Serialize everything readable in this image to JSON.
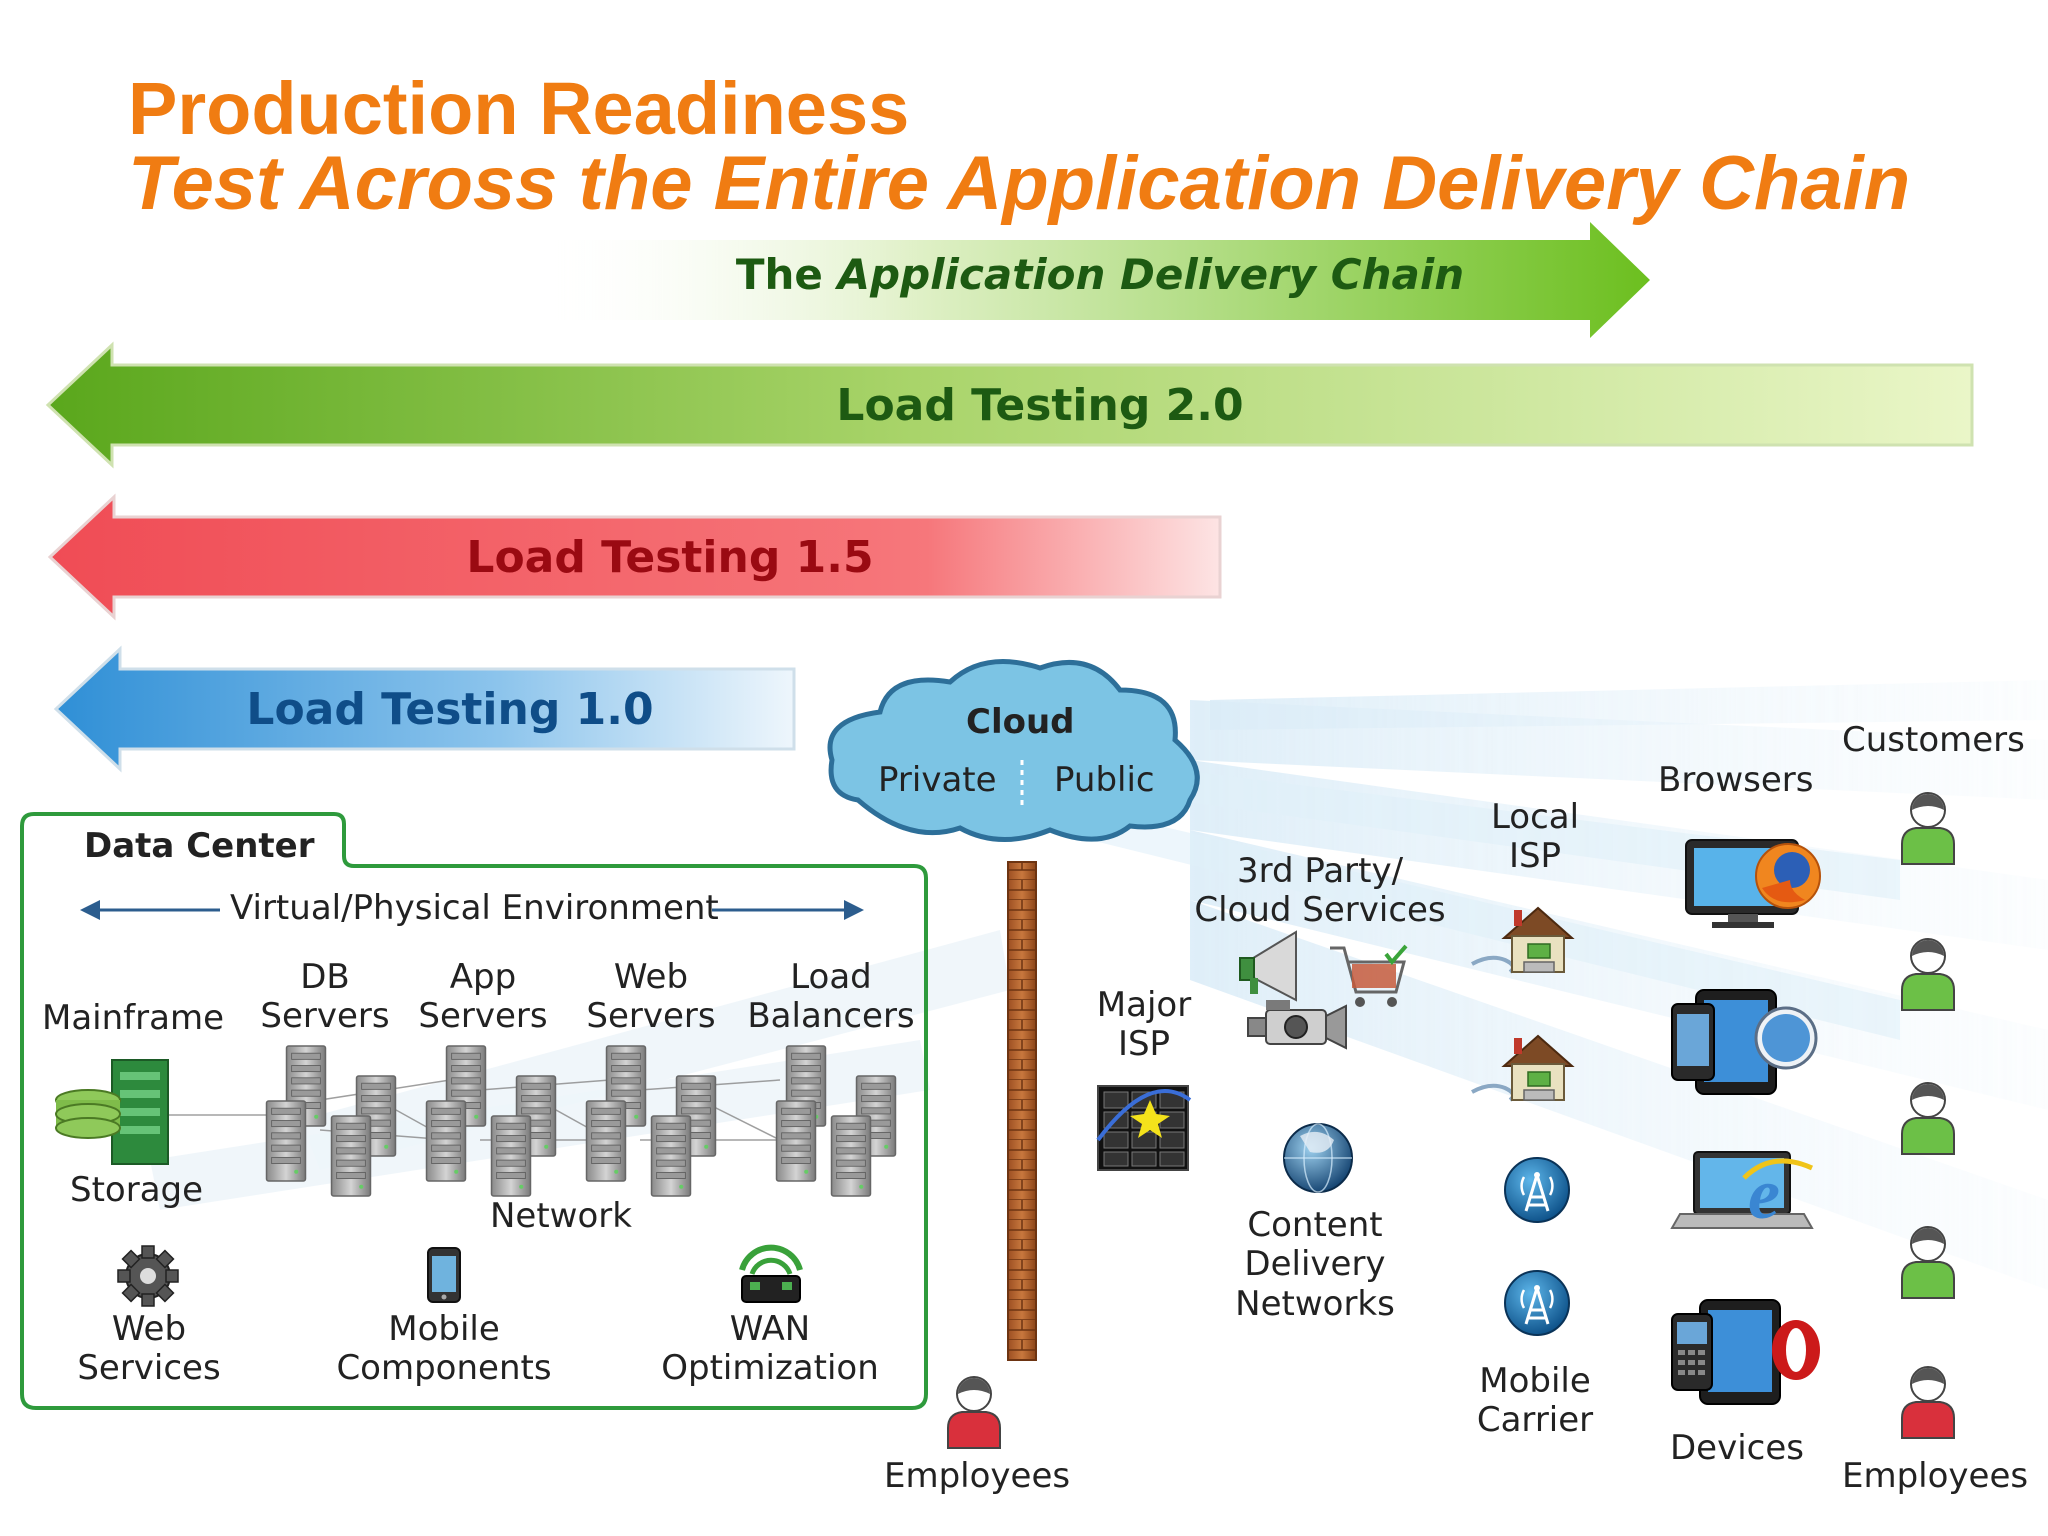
{
  "title": {
    "line1": "Production Readiness",
    "line2": "Test Across the Entire Application Delivery Chain"
  },
  "chain_arrow": {
    "prefix": "The ",
    "emphasis": "Application Delivery Chain"
  },
  "load_testing": {
    "v20": "Load Testing 2.0",
    "v15": "Load Testing 1.5",
    "v10": "Load Testing 1.0"
  },
  "cloud": {
    "title": "Cloud",
    "private": "Private",
    "public": "Public"
  },
  "data_center": {
    "title": "Data Center",
    "environment": "Virtual/Physical Environment",
    "mainframe": "Mainframe",
    "db_servers": [
      "DB",
      "Servers"
    ],
    "app_servers": [
      "App",
      "Servers"
    ],
    "web_servers": [
      "Web",
      "Servers"
    ],
    "load_balancers": [
      "Load",
      "Balancers"
    ],
    "storage": "Storage",
    "network": "Network",
    "web_services": [
      "Web",
      "Services"
    ],
    "mobile_components": [
      "Mobile",
      "Components"
    ],
    "wan_optimization": [
      "WAN",
      "Optimization"
    ]
  },
  "outside": {
    "employees_left": "Employees",
    "major_isp": [
      "Major",
      "ISP"
    ],
    "third_party": [
      "3rd Party/",
      "Cloud Services"
    ],
    "cdn": [
      "Content",
      "Delivery",
      "Networks"
    ],
    "local_isp": [
      "Local",
      "ISP"
    ],
    "mobile_carrier": [
      "Mobile",
      "Carrier"
    ],
    "browsers": "Browsers",
    "devices": "Devices",
    "customers": "Customers",
    "employees_right": "Employees"
  },
  "colors": {
    "title_orange": "#f07c12",
    "green_arrow": "#6cb52d",
    "red_arrow": "#f25a5f",
    "blue_arrow": "#3a9ad9",
    "dc_border": "#2e9a3c",
    "cloud_fill": "#7cc4e4",
    "firewall": "#b5652f",
    "person_green": "#6cc047",
    "person_red": "#d9303c"
  },
  "icons": [
    "storage-icon",
    "server-rack-icon",
    "gear-icon",
    "mobile-phone-icon",
    "wan-router-icon",
    "cloud-icon",
    "firewall-icon",
    "isp-server-icon",
    "megaphone-icon",
    "shopping-cart-icon",
    "camera-icon",
    "globe-icon",
    "house-icon",
    "cell-tower-icon",
    "firefox-icon",
    "safari-icon",
    "ie-icon",
    "opera-icon",
    "person-icon"
  ]
}
